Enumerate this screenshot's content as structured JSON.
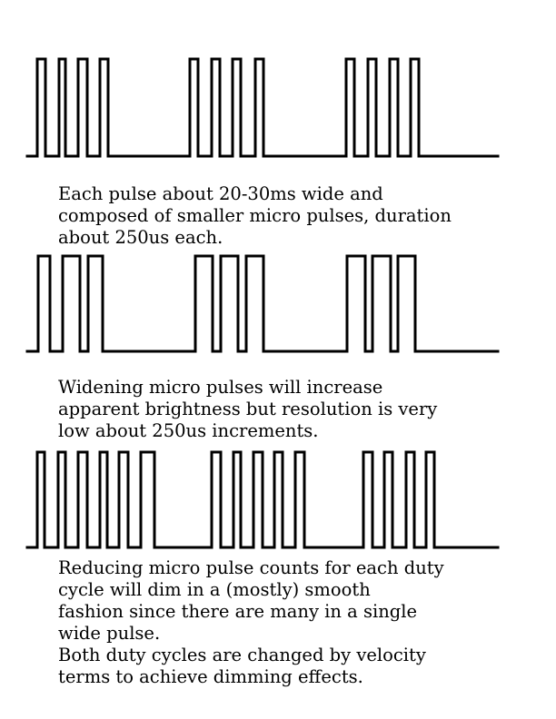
{
  "captions": [
    {
      "lines": [
        "Each pulse about 20-30ms wide and",
        "composed of smaller micro pulses, duration",
        "about 250us each."
      ]
    },
    {
      "lines": [
        "Widening micro pulses will increase",
        "apparent brightness but resolution is very",
        "low about 250us increments."
      ]
    },
    {
      "lines": [
        "Reducing micro pulse counts for each duty",
        "cycle will dim in a (mostly) smooth",
        "fashion since there are many in a single",
        "wide pulse.",
        "Both duty cycles are changed by velocity",
        "terms to achieve dimming effects."
      ]
    }
  ],
  "waveforms": [
    {
      "bursts": 3,
      "micro_pulses_per_burst": 4,
      "micro_pulse_width": "narrow"
    },
    {
      "bursts": 3,
      "micro_pulses_per_burst": 3,
      "micro_pulse_width": "wide"
    },
    {
      "bursts": 3,
      "micro_pulses_per_burst": [
        6,
        5,
        4
      ],
      "micro_pulse_width": "narrow"
    }
  ]
}
